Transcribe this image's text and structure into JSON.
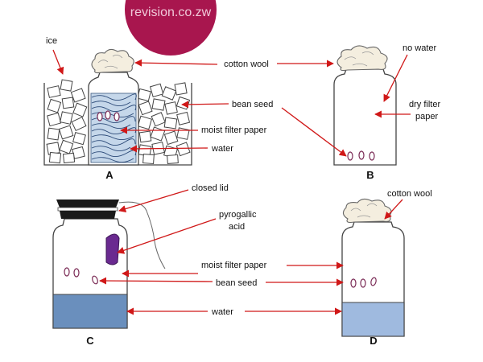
{
  "watermark": {
    "text": "revision.co.zw",
    "color": "#a8164e"
  },
  "labels": {
    "ice": "ice",
    "cotton_wool": "cotton wool",
    "bean_seed_a": "bean seed",
    "moist_filter_paper_a": "moist filter paper",
    "water_a": "water",
    "no_water": "no water",
    "dry_filter_paper_1": "dry filter",
    "dry_filter_paper_2": "paper",
    "closed_lid": "closed lid",
    "pyrogallic_1": "pyrogallic",
    "pyrogallic_2": "acid",
    "moist_filter_paper_cd": "moist filter paper",
    "bean_seed_cd": "bean seed",
    "water_cd": "water",
    "cotton_wool_d": "cotton wool"
  },
  "setups": {
    "a": "A",
    "b": "B",
    "c": "C",
    "d": "D"
  },
  "colors": {
    "arrow": "#d01818",
    "water_c": "#6a8fbd",
    "water_d": "#9fbadf",
    "pyrogallic": "#6a2a90",
    "lid": "#1a1a1a",
    "seed_outline": "#7a2a55"
  }
}
